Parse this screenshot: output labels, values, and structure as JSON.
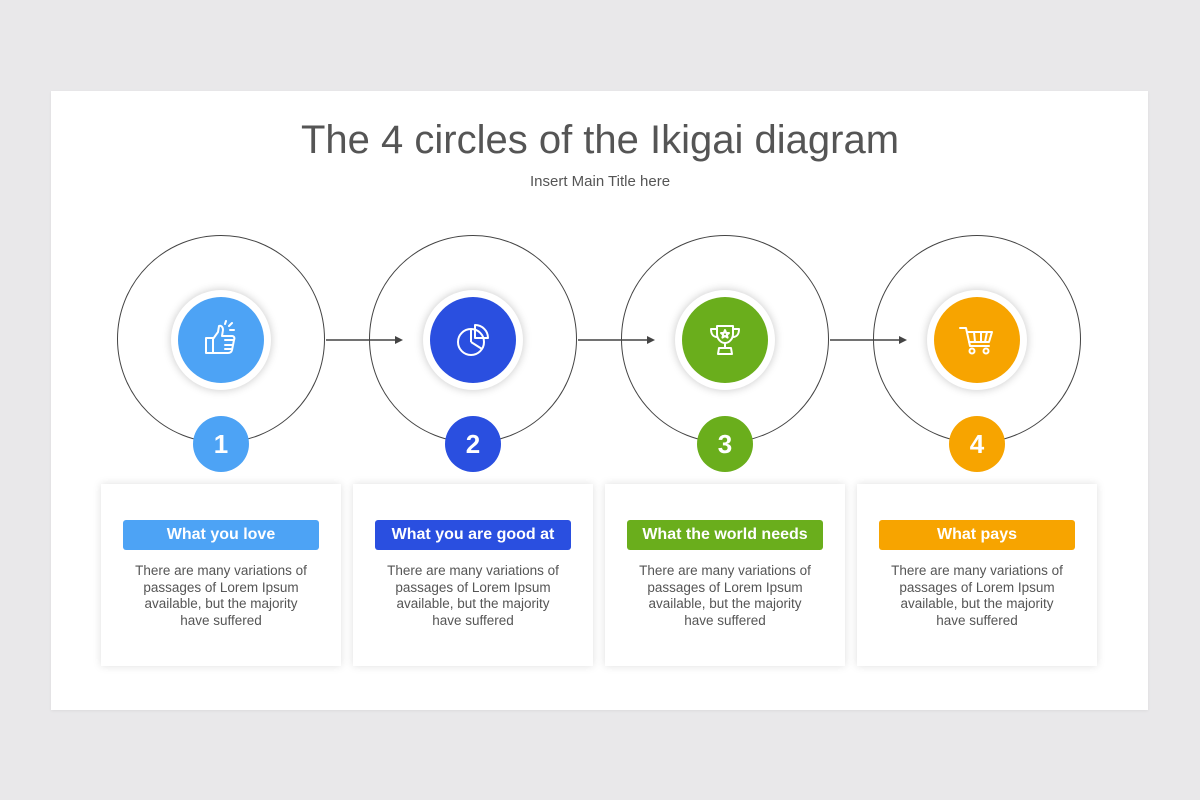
{
  "header": {
    "title": "The 4 circles of the Ikigai diagram",
    "subtitle": "Insert Main Title here"
  },
  "steps": [
    {
      "number": "1",
      "label": "What you love",
      "text": "There are many variations of passages of Lorem Ipsum available, but the majority have suffered",
      "color": "#4DA3F5",
      "icon": "thumbs-up-icon"
    },
    {
      "number": "2",
      "label": "What you are good at",
      "text": "There are many variations of passages of Lorem Ipsum available, but the majority have suffered",
      "color": "#2A4FE0",
      "icon": "pie-chart-icon"
    },
    {
      "number": "3",
      "label": "What the world needs",
      "text": "There are many variations of passages of Lorem Ipsum available, but the majority have suffered",
      "color": "#6AAE1C",
      "icon": "trophy-icon"
    },
    {
      "number": "4",
      "label": "What pays",
      "text": "There are many variations of passages of Lorem Ipsum available, but the majority have suffered",
      "color": "#F7A400",
      "icon": "shopping-cart-icon"
    }
  ]
}
